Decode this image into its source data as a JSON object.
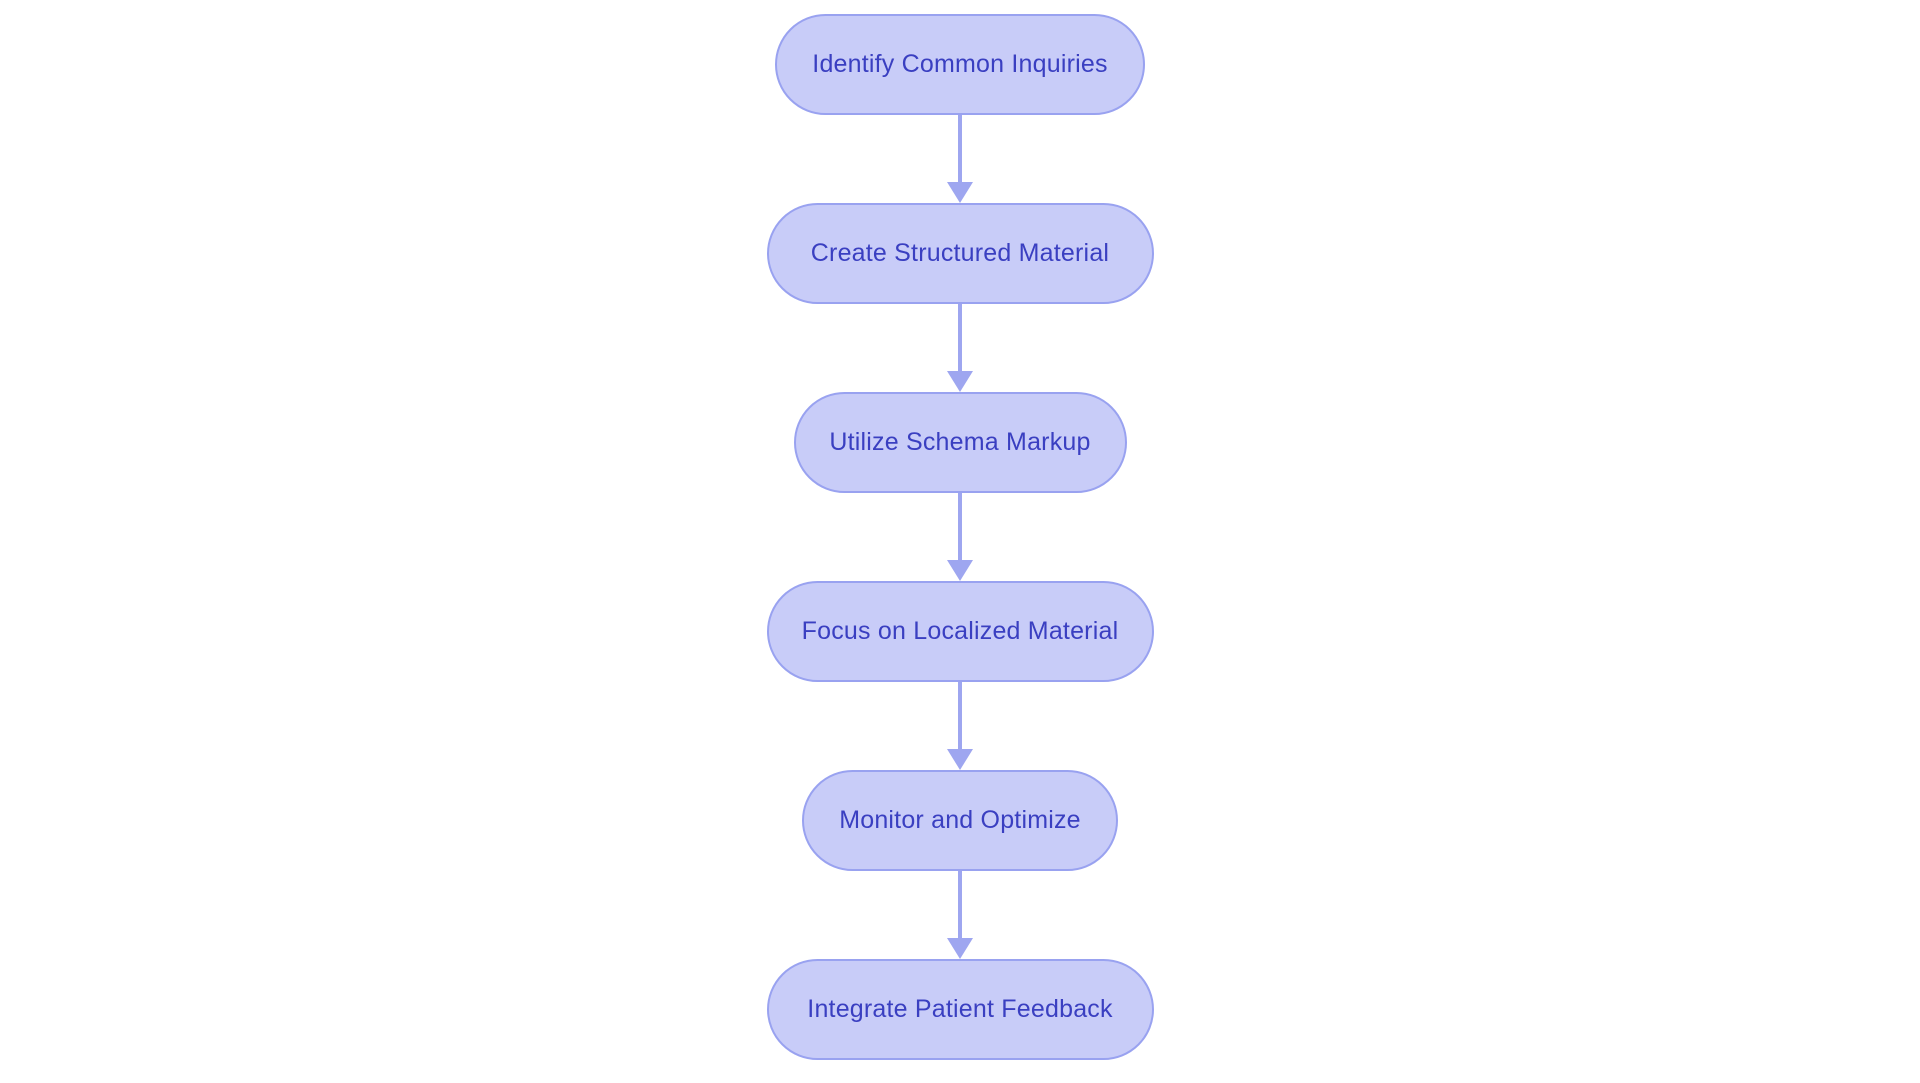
{
  "flowchart": {
    "description": "Vertical process flowchart with six pill-shaped steps connected by downward arrows",
    "nodes": [
      {
        "label": "Identify Common Inquiries"
      },
      {
        "label": "Create Structured Material"
      },
      {
        "label": "Utilize Schema Markup"
      },
      {
        "label": "Focus on Localized Material"
      },
      {
        "label": "Monitor and Optimize"
      },
      {
        "label": "Integrate Patient Feedback"
      }
    ],
    "edges": [
      {
        "from": 0,
        "to": 1
      },
      {
        "from": 1,
        "to": 2
      },
      {
        "from": 2,
        "to": 3
      },
      {
        "from": 3,
        "to": 4
      },
      {
        "from": 4,
        "to": 5
      }
    ]
  },
  "colors": {
    "background": "#ffffff",
    "node_fill": "#c8ccf8",
    "node_border": "#99a2f0",
    "node_text": "#3a3fc1",
    "arrow": "#9ea6f0"
  }
}
